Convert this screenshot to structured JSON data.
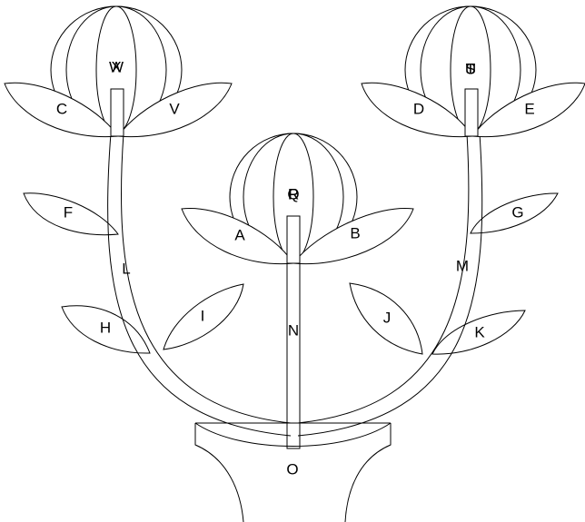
{
  "labels": {
    "A": "A",
    "B": "B",
    "C": "C",
    "D": "D",
    "E": "E",
    "F": "F",
    "G": "G",
    "H": "H",
    "I": "I",
    "J": "J",
    "K": "K",
    "L": "L",
    "M": "M",
    "N": "N",
    "O": "O",
    "P": "P",
    "Q": "Q",
    "R": "R",
    "S": "S",
    "T": "T",
    "U": "U",
    "V": "V",
    "W": "W",
    "X": "X"
  }
}
